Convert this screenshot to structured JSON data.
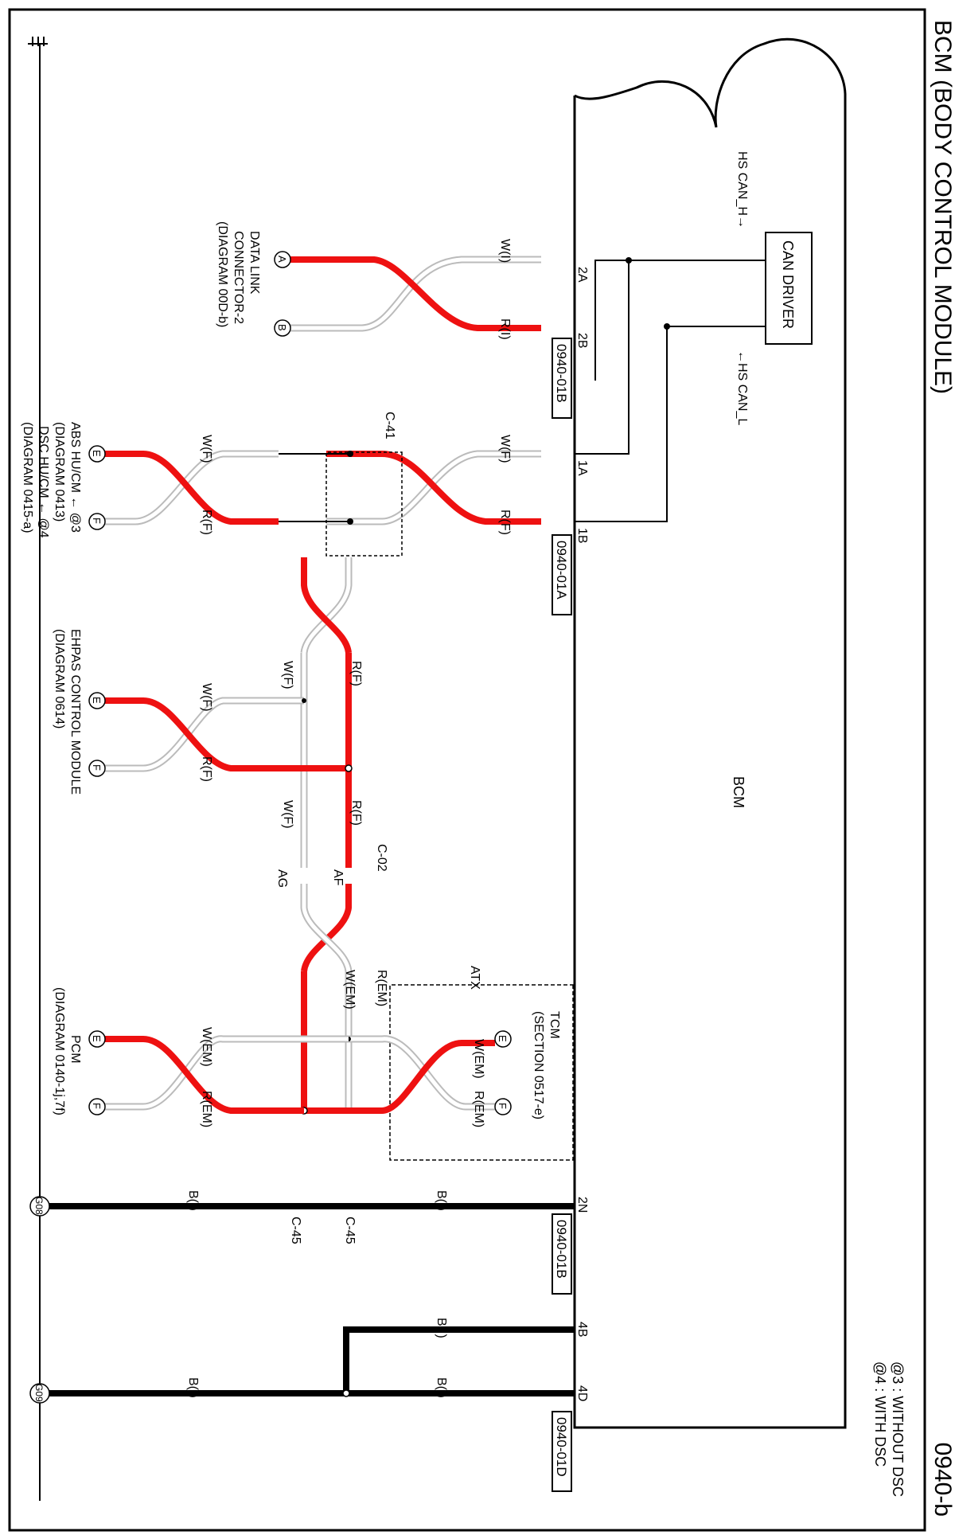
{
  "title": "BCM (BODY CONTROL MODULE)",
  "page_code": "0940-b",
  "notes": [
    "@3 : WITHOUT DSC",
    "@4 : WITH DSC"
  ],
  "bcm_label": "BCM",
  "can_driver": "CAN DRIVER",
  "hs_can_h": "HS CAN_H→",
  "hs_can_l": "←HS CAN_L",
  "connectors": {
    "c01b_top": "0940-01B",
    "c01a": "0940-01A",
    "c01b_bottom": "0940-01B",
    "c01d": "0940-01D"
  },
  "pins": {
    "p2a": "2A",
    "p2b": "2B",
    "p1a": "1A",
    "p1b": "1B",
    "p2n": "2N",
    "p4b": "4B",
    "p4d": "4D"
  },
  "wires": {
    "wi": "W(I)",
    "ri": "R(I)",
    "wf": "W(F)",
    "rf": "R(F)",
    "wem": "W(EM)",
    "rem": "R(EM)",
    "bi": "B(I)"
  },
  "junctions": {
    "c41": "C-41",
    "c02": "C-02",
    "af": "AF",
    "ag": "AG",
    "c45a": "C-45",
    "c45b": "C-45",
    "atx": "ATX"
  },
  "terminals": {
    "a": "A",
    "b": "B",
    "e": "E",
    "f": "F"
  },
  "grounds": {
    "g08": "G08",
    "g09": "G09"
  },
  "devices": {
    "dlc": [
      "DATA LINK",
      "CONNECTOR-2",
      "(DIAGRAM 00D-b)"
    ],
    "abs": [
      "ABS HU/CM ← @3",
      "(DIAGRAM 0413)",
      "DSC HU/CM ← @4",
      "(DIAGRAM 0415-a)"
    ],
    "ehpas": [
      "EHPAS CONTROL MODULE",
      "(DIAGRAM 0614)"
    ],
    "pcm": [
      "PCM",
      "(DIAGRAM 0140-1j,7f)"
    ],
    "tcm": [
      "TCM",
      "(SECTION 0517-e)"
    ]
  },
  "colors": {
    "red": "#ee1111",
    "white": "#ffffff",
    "black": "#000000"
  }
}
